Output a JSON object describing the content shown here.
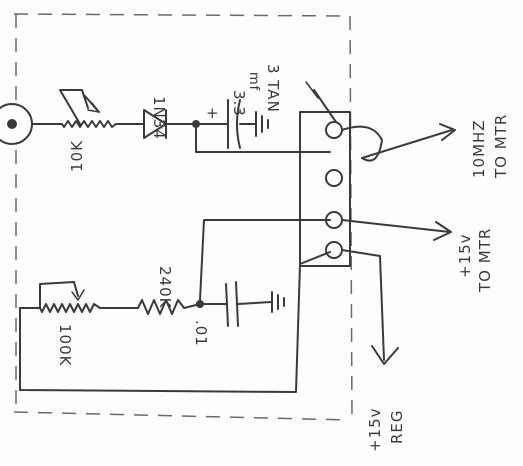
{
  "labels": {
    "r1_value": "10K",
    "diode_part": "1N34",
    "cap_value": "3.3",
    "cap_unit": "mf",
    "cap_type": "3 TAN",
    "cap_plus": "+",
    "r2_value": "240K",
    "pot_value": "100K",
    "cap2_value": ".01",
    "out_top_line1": "10MHZ",
    "out_top_line2": "TO MTR",
    "out_mid_line1": "+15v",
    "out_mid_line2": "TO MTR",
    "out_bottom_line1": "+15v",
    "out_bottom_line2": "REG"
  }
}
